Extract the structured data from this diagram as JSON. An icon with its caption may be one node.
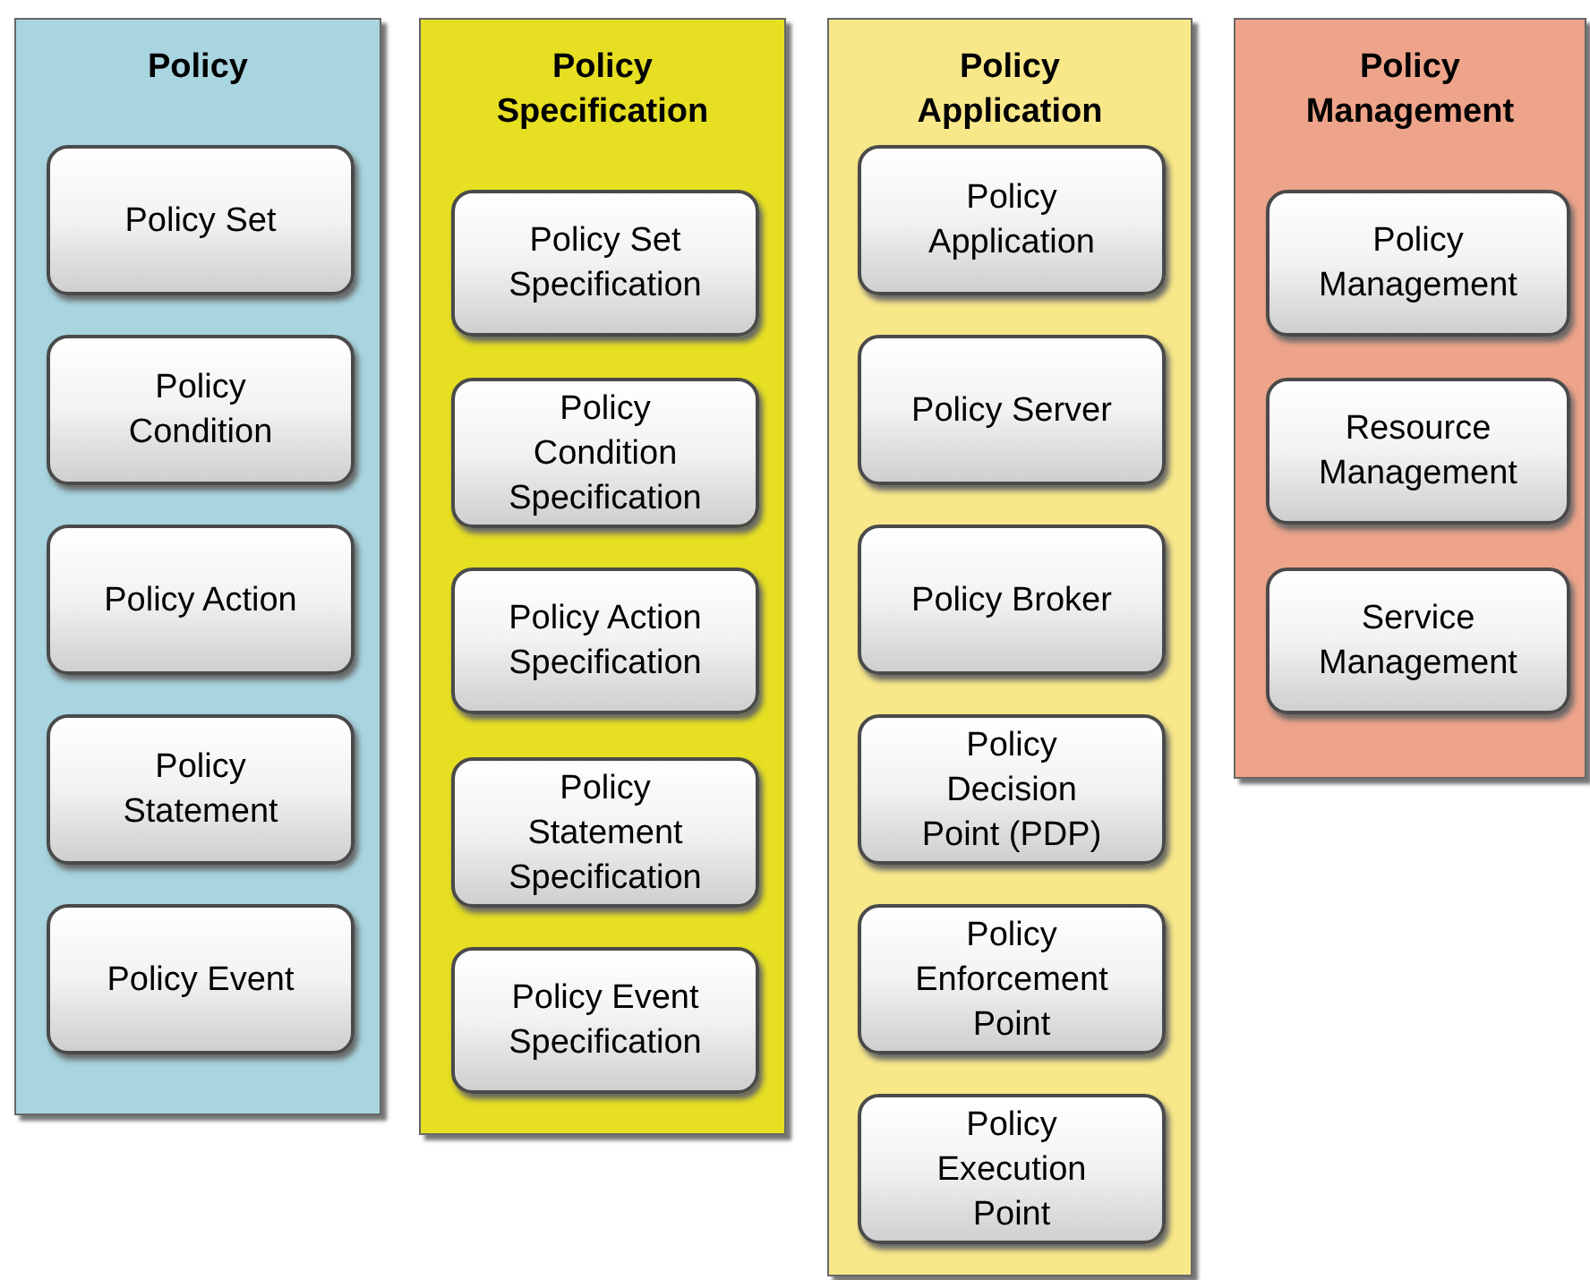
{
  "diagram": {
    "nodes": [
      {
        "text": [
          "Policy"
        ]
      },
      {
        "text": [
          "Policy Set"
        ],
        "in": 0
      },
      {
        "text": [
          "Policy Condition"
        ],
        "in": 0
      },
      {
        "text": [
          "Policy Action"
        ],
        "in": 0
      },
      {
        "text": [
          "Policy Statement"
        ],
        "in": 0
      },
      {
        "text": [
          "Policy Event"
        ],
        "in": 0
      },
      {
        "text": [
          "Policy Specification"
        ]
      },
      {
        "text": [
          "Policy Set Specification"
        ],
        "in": 6
      },
      {
        "text": [
          "Policy Condition Specification"
        ],
        "in": 6
      },
      {
        "text": [
          "Policy Action Specification"
        ],
        "in": 6
      },
      {
        "text": [
          "Policy Statement Specification"
        ],
        "in": 6
      },
      {
        "text": [
          "Policy Event Specification"
        ],
        "in": 6
      },
      {
        "text": [
          "Policy Application"
        ]
      },
      {
        "text": [
          "Policy Application"
        ],
        "in": 12
      },
      {
        "text": [
          "Policy Server"
        ],
        "in": 12
      },
      {
        "text": [
          "Policy Broker"
        ],
        "in": 12
      },
      {
        "text": [
          "Policy Decision Point (PDP)"
        ],
        "in": 12
      },
      {
        "text": [
          "Policy Enforcement Point"
        ],
        "in": 12
      },
      {
        "text": [
          "Policy Execution Point"
        ],
        "in": 12
      },
      {
        "text": [
          "Policy Management"
        ]
      },
      {
        "text": [
          "Policy Management"
        ],
        "in": 19
      },
      {
        "text": [
          "Resource Management"
        ],
        "in": 19
      },
      {
        "text": [
          "Service Management"
        ],
        "in": 19
      }
    ]
  }
}
